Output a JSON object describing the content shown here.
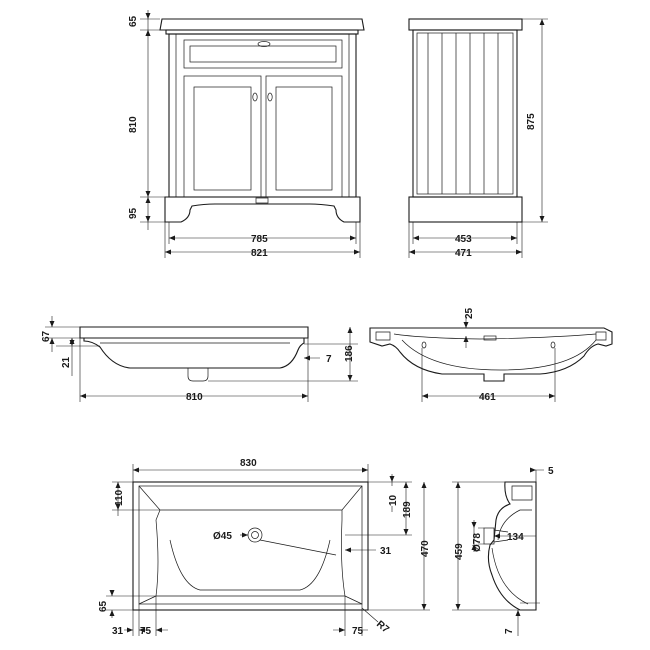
{
  "dimensions": {
    "cabinet_front": {
      "top_height": "65",
      "body_height": "810",
      "plinth_height": "95",
      "inner_width": "785",
      "overall_width": "821"
    },
    "cabinet_side": {
      "overall_height": "875",
      "inner_depth": "453",
      "overall_depth": "471"
    },
    "basin_front": {
      "rim_height": "67",
      "bowl_offset": "21",
      "overall_height": "186",
      "overflow_gap": "7",
      "width": "810"
    },
    "basin_side": {
      "overflow_height": "25",
      "depth": "461"
    },
    "basin_plan": {
      "overall_width": "830",
      "top_margin": "110",
      "tap_hole_offset": "10",
      "tap_to_bowl": "189",
      "overall_depth": "470",
      "tap_hole_diameter": "Ø45",
      "waste_offset": "31",
      "corner_height": "65",
      "left_rim": "31",
      "left_margin": "75",
      "right_margin": "75",
      "corner_radius": "R7"
    },
    "basin_section": {
      "rim_thickness": "5",
      "waste_diameter": "Ø78",
      "waste_depth": "134",
      "overall_height": "459",
      "base_thickness": "7"
    }
  }
}
